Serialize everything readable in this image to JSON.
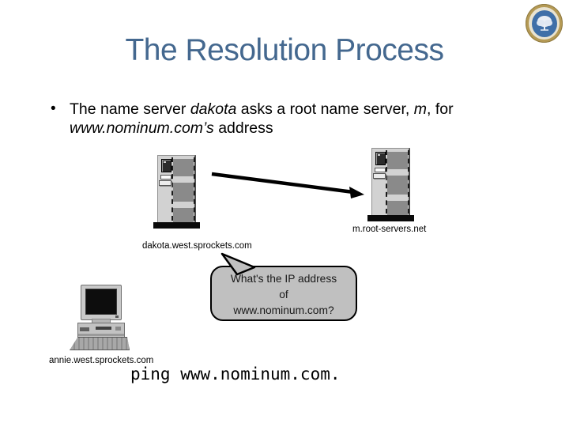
{
  "slide": {
    "title": "The Resolution Process",
    "bullet": {
      "marker": "•",
      "segments": [
        {
          "text": "The name server "
        },
        {
          "text": "dakota"
        },
        {
          "text": " asks a root name server, "
        },
        {
          "text": "m"
        },
        {
          "text": ", for "
        },
        {
          "text": "www.nominum.com’s"
        },
        {
          "text": " address"
        }
      ]
    }
  },
  "diagram": {
    "name_server": {
      "label": "dakota.west.sprockets.com",
      "icon": "server-tower-icon"
    },
    "root_server": {
      "label": "m.root-servers.net",
      "icon": "server-tower-icon"
    },
    "client": {
      "label": "annie.west.sprockets.com",
      "icon": "desktop-computer-icon"
    },
    "query_arrow": {
      "icon": "arrow-right-icon",
      "from": "dakota.west.sprockets.com",
      "to": "m.root-servers.net"
    },
    "speech_bubble": {
      "lines": [
        "What's the IP address",
        "of",
        "www.nominum.com?"
      ]
    },
    "command_text": "ping www.nominum.com."
  },
  "logo": {
    "icon": "university-seal-logo"
  },
  "colors": {
    "title_text": "#44688f",
    "bubble_fill": "#c0c0c0",
    "server_panel": "#8a8a8a",
    "seal_outer_gold": "#b59a55",
    "seal_inner_blue": "#3f6fa8"
  }
}
